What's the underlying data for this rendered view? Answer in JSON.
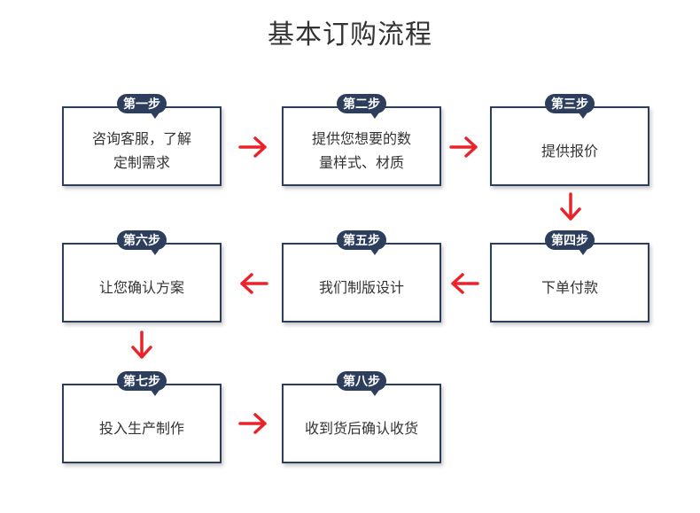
{
  "title": "基本订购流程",
  "steps": [
    {
      "badge": "第一步",
      "line1": "咨询客服，了解",
      "line2": "定制需求"
    },
    {
      "badge": "第二步",
      "line1": "提供您想要的数",
      "line2": "量样式、材质"
    },
    {
      "badge": "第三步",
      "line1": "提供报价",
      "line2": ""
    },
    {
      "badge": "第四步",
      "line1": "下单付款",
      "line2": ""
    },
    {
      "badge": "第五步",
      "line1": "我们制版设计",
      "line2": ""
    },
    {
      "badge": "第六步",
      "line1": "让您确认方案",
      "line2": ""
    },
    {
      "badge": "第七步",
      "line1": "投入生产制作",
      "line2": ""
    },
    {
      "badge": "第八步",
      "line1": "收到货后确认收货",
      "line2": ""
    }
  ],
  "colors": {
    "box_border": "#2d3e5c",
    "badge_bg": "#2d3e5c",
    "arrow": "#e8232a",
    "text": "#333333"
  }
}
